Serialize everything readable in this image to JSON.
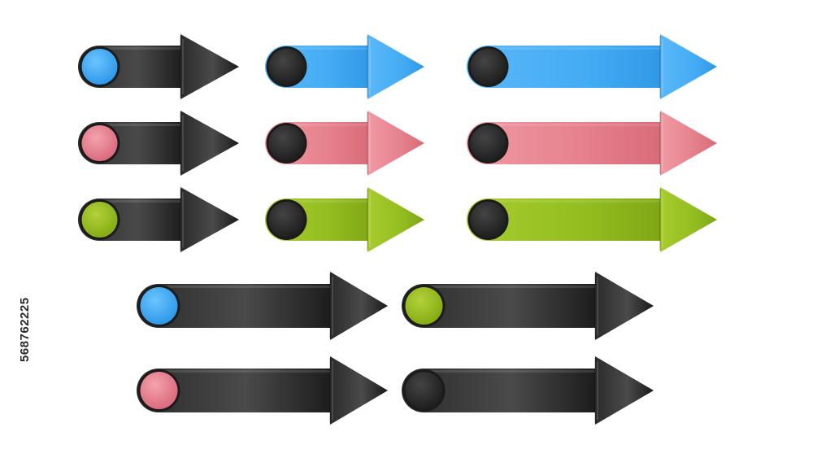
{
  "watermark": {
    "stock_id": "568762225"
  },
  "colors": {
    "blue": "#3fa9f5",
    "pink": "#e0707c",
    "green": "#8db71c",
    "black": "#1f1f1f",
    "circle_dark": "#2a2a2a"
  },
  "arrows": [
    {
      "name": "arrow-short-black-blue-dot",
      "body": "black",
      "dot": "blue"
    },
    {
      "name": "arrow-short-black-pink-dot",
      "body": "black",
      "dot": "pink"
    },
    {
      "name": "arrow-short-black-green-dot",
      "body": "black",
      "dot": "green"
    },
    {
      "name": "arrow-medium-blue",
      "body": "blue",
      "dot": "dark"
    },
    {
      "name": "arrow-medium-pink",
      "body": "pink",
      "dot": "dark"
    },
    {
      "name": "arrow-medium-green",
      "body": "green",
      "dot": "dark"
    },
    {
      "name": "arrow-long-blue",
      "body": "blue",
      "dot": "dark"
    },
    {
      "name": "arrow-long-pink",
      "body": "pink",
      "dot": "dark"
    },
    {
      "name": "arrow-long-green",
      "body": "green",
      "dot": "dark"
    },
    {
      "name": "arrow-wide-black-blue-dot",
      "body": "black",
      "dot": "blue"
    },
    {
      "name": "arrow-wide-black-green-dot",
      "body": "black",
      "dot": "green"
    },
    {
      "name": "arrow-wide-black-pink-dot",
      "body": "black",
      "dot": "pink"
    },
    {
      "name": "arrow-wide-black-dark-dot",
      "body": "black",
      "dot": "dark"
    }
  ]
}
